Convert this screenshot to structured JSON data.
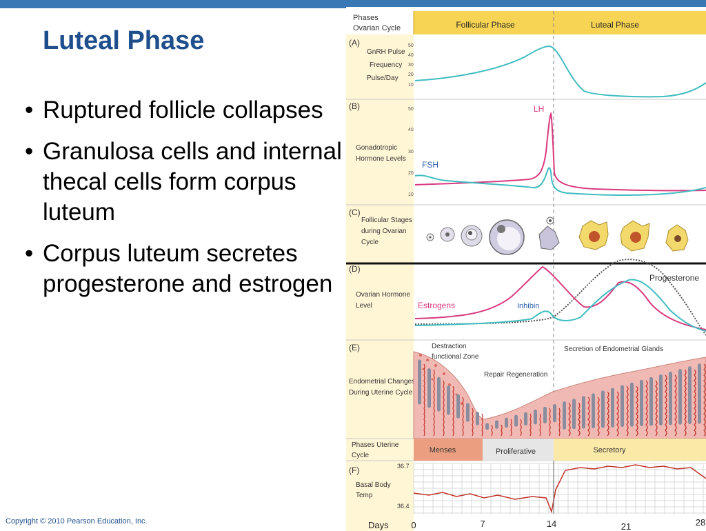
{
  "slide": {
    "title": "Luteal Phase",
    "bullets": [
      "Ruptured follicle collapses",
      "Granulosa cells and internal thecal cells form corpus luteum",
      "Corpus luteum secretes progesterone and estrogen"
    ],
    "bullet_glyph": "•",
    "copyright": "Copyright © 2010 Pearson Education, Inc."
  },
  "figure": {
    "header": {
      "row_label_1": "Phases",
      "row_label_2": "Ovarian Cycle",
      "follicular": "Follicular Phase",
      "luteal": "Luteal Phase"
    },
    "panel_a": {
      "letter": "(A)",
      "label_lines": [
        "GnRH Pulse",
        "Frequency",
        "Pulse/Day"
      ],
      "ticks": [
        "50",
        "40",
        "30",
        "20",
        "10"
      ]
    },
    "panel_b": {
      "letter": "(B)",
      "label_lines": [
        "Gonadotropic",
        "Hormone Levels"
      ],
      "ticks": [
        "50",
        "40",
        "30",
        "20",
        "10"
      ],
      "fsh": "FSH",
      "lh": "LH"
    },
    "panel_c": {
      "letter": "(C)",
      "label_lines": [
        "Follicular Stages",
        "during Ovarian",
        "Cycle"
      ]
    },
    "panel_d": {
      "letter": "(D)",
      "label_lines": [
        "Ovarian Hormone",
        "Level"
      ],
      "estrogens": "Estrogens",
      "inhibin": "Inhibin",
      "progesterone": "Progesterone"
    },
    "panel_e": {
      "letter": "(E)",
      "label_lines": [
        "Endometrial Changes",
        "During Uterine Cycle"
      ],
      "destruction": [
        "Destraction",
        "functional Zone"
      ],
      "repair": "Repair Regeneration",
      "secretion": "Secretion of Endometrial Glands"
    },
    "uterine_phases": {
      "row_label": [
        "Phases Uterine",
        "Cycle"
      ],
      "menses": "Menses",
      "proliferative": "Proliferative",
      "secretory": "Secretory"
    },
    "panel_f": {
      "letter": "(F)",
      "label_lines": [
        "Basal Body",
        "Temp"
      ],
      "ticks": [
        "36.7",
        "36.4"
      ]
    },
    "days": {
      "label": "Days",
      "ticks": [
        "0",
        "7",
        "14",
        "21",
        "28"
      ]
    },
    "colors": {
      "cyan": "#3fbcc0",
      "magenta": "#d8387f",
      "header_yellow": "#f7d453",
      "pale_yellow": "#fff6d6",
      "menses": "#ec9f80",
      "proliferative": "#e6e6e6",
      "secretory": "#fbe9a8",
      "tissue": "#f1b9b4",
      "vessel": "#c23228",
      "gland": "#8a8d9e"
    }
  }
}
